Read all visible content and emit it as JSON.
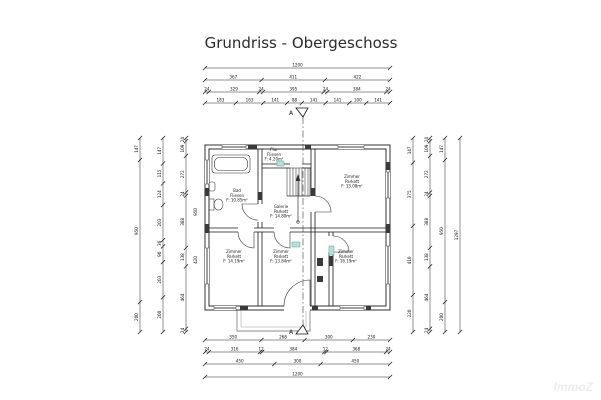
{
  "title": "Grundriss - Obergeschoss",
  "watermark": "ImmoZ",
  "section_marker_label": "A",
  "colors": {
    "fixture_teal": "#bcded9",
    "fixture_teal_stroke": "#5aa39b",
    "wall_line": "#1a1a1a"
  },
  "rooms": [
    {
      "id": "bad",
      "lines": [
        "Bad",
        "Fliesen",
        "F: 10.85m²"
      ]
    },
    {
      "id": "flur",
      "lines": [
        "Flur",
        "Fliesen",
        "F: 4.20m²"
      ]
    },
    {
      "id": "galerie",
      "lines": [
        "Galerie",
        "Parkett",
        "F: 14.80m²"
      ]
    },
    {
      "id": "zimmer-no",
      "lines": [
        "Zimmer",
        "Parkett",
        "F: 13.08m²"
      ]
    },
    {
      "id": "zimmer-sw",
      "lines": [
        "Zimmer",
        "Parkett",
        "F: 14.19m²"
      ]
    },
    {
      "id": "zimmer-s",
      "lines": [
        "Zimmer",
        "Parkett",
        "F: 13.84m²"
      ]
    },
    {
      "id": "zimmer-so",
      "lines": [
        "Zimmer",
        "Parkett",
        "F: 16.19m²"
      ]
    }
  ],
  "dimensions": {
    "top": [
      [
        "1200"
      ],
      [
        "367",
        "411",
        "422"
      ],
      [
        "24",
        "329",
        "24",
        "395",
        "24",
        "384",
        "24"
      ],
      [
        "183",
        "163",
        "141",
        "88",
        "141",
        "141",
        "100",
        "141"
      ]
    ],
    "bottom": [
      [
        "350",
        "268",
        "300",
        "230"
      ],
      [
        "24",
        "316",
        "12",
        "384",
        "12",
        "368",
        "24"
      ],
      [
        "450",
        "300",
        "450"
      ],
      [
        "1200"
      ]
    ],
    "left": [
      [
        "147",
        "950",
        "200"
      ],
      [
        "147",
        "115",
        "124",
        "203",
        "36",
        "90",
        "203",
        "200"
      ],
      [
        "24",
        "109",
        "272",
        "24",
        "388",
        "138",
        "464",
        "24"
      ]
    ],
    "left_standalone": [
      "950",
      "420"
    ],
    "right": [
      [
        "147",
        "375",
        "410",
        "220"
      ],
      [
        "24",
        "109",
        "272",
        "24",
        "388",
        "138",
        "464",
        "24"
      ],
      [
        "147",
        "950",
        "200"
      ],
      [
        "1297"
      ]
    ]
  }
}
